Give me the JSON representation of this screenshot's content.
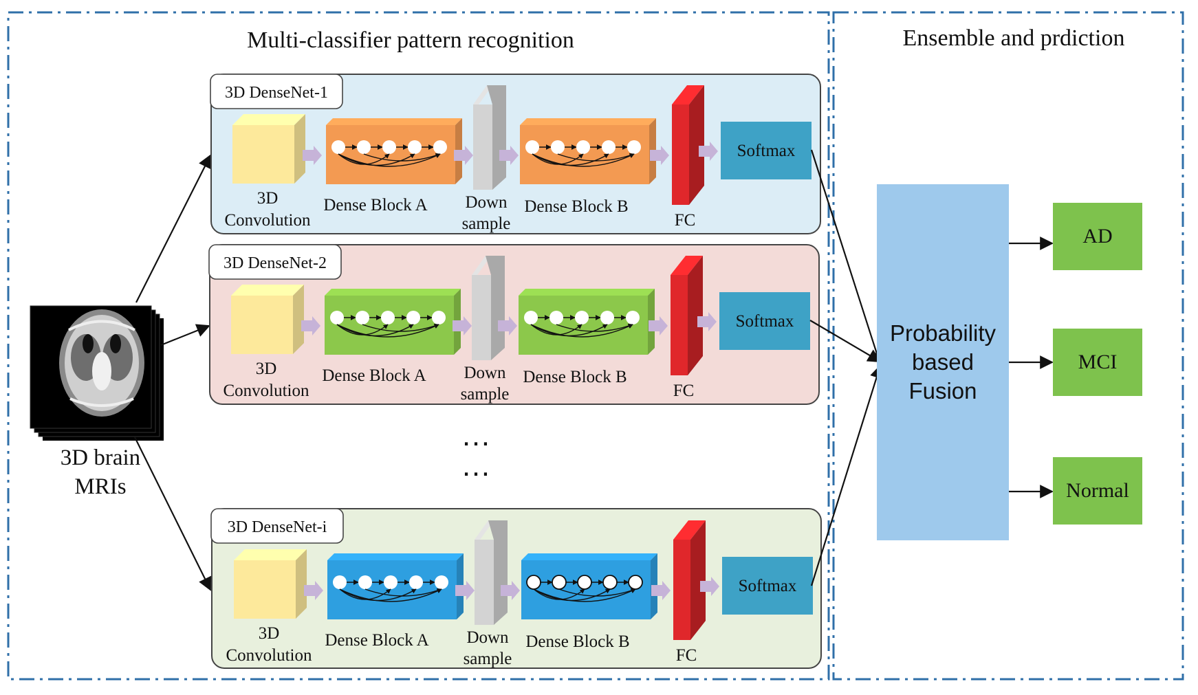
{
  "section_left": "Multi-classifier pattern recognition",
  "section_right": "Ensemble and prdiction",
  "input_label_line1": "3D brain",
  "input_label_line2": "MRIs",
  "networks": [
    {
      "title": "3D DenseNet-1",
      "block_color": "#f39a52",
      "bg": "#dcedf6",
      "conv_line1": "3D",
      "conv_line2": "Convolution",
      "block_a": "Dense Block A",
      "down_line1": "Down",
      "down_line2": "sample",
      "block_b": "Dense Block B",
      "fc": "FC",
      "softmax": "Softmax"
    },
    {
      "title": "3D DenseNet-2",
      "block_color": "#8cc84b",
      "bg": "#f3dbd8",
      "conv_line1": "3D",
      "conv_line2": "Convolution",
      "block_a": "Dense Block A",
      "down_line1": "Down",
      "down_line2": "sample",
      "block_b": "Dense Block B",
      "fc": "FC",
      "softmax": "Softmax"
    },
    {
      "title": "3D DenseNet-i",
      "block_color": "#2e9fe0",
      "bg": "#e8f0dd",
      "conv_line1": "3D",
      "conv_line2": "Convolution",
      "block_a": "Dense Block A",
      "down_line1": "Down",
      "down_line2": "sample",
      "block_b": "Dense Block B",
      "fc": "FC",
      "softmax": "Softmax"
    }
  ],
  "ellipsis_1": "…",
  "ellipsis_2": "…",
  "fusion_line1": "Probability",
  "fusion_line2": "based",
  "fusion_line3": "Fusion",
  "outputs": [
    "AD",
    "MCI",
    "Normal"
  ],
  "colors": {
    "frame": "#2f6fa8",
    "conv": "#fde99b",
    "softmax": "#3ea2c6",
    "fc": "#e0272b",
    "downsample": "#d3d3d3",
    "fusion": "#9ec9ec",
    "output": "#7ec24d",
    "connector": "#c6b3d8"
  }
}
